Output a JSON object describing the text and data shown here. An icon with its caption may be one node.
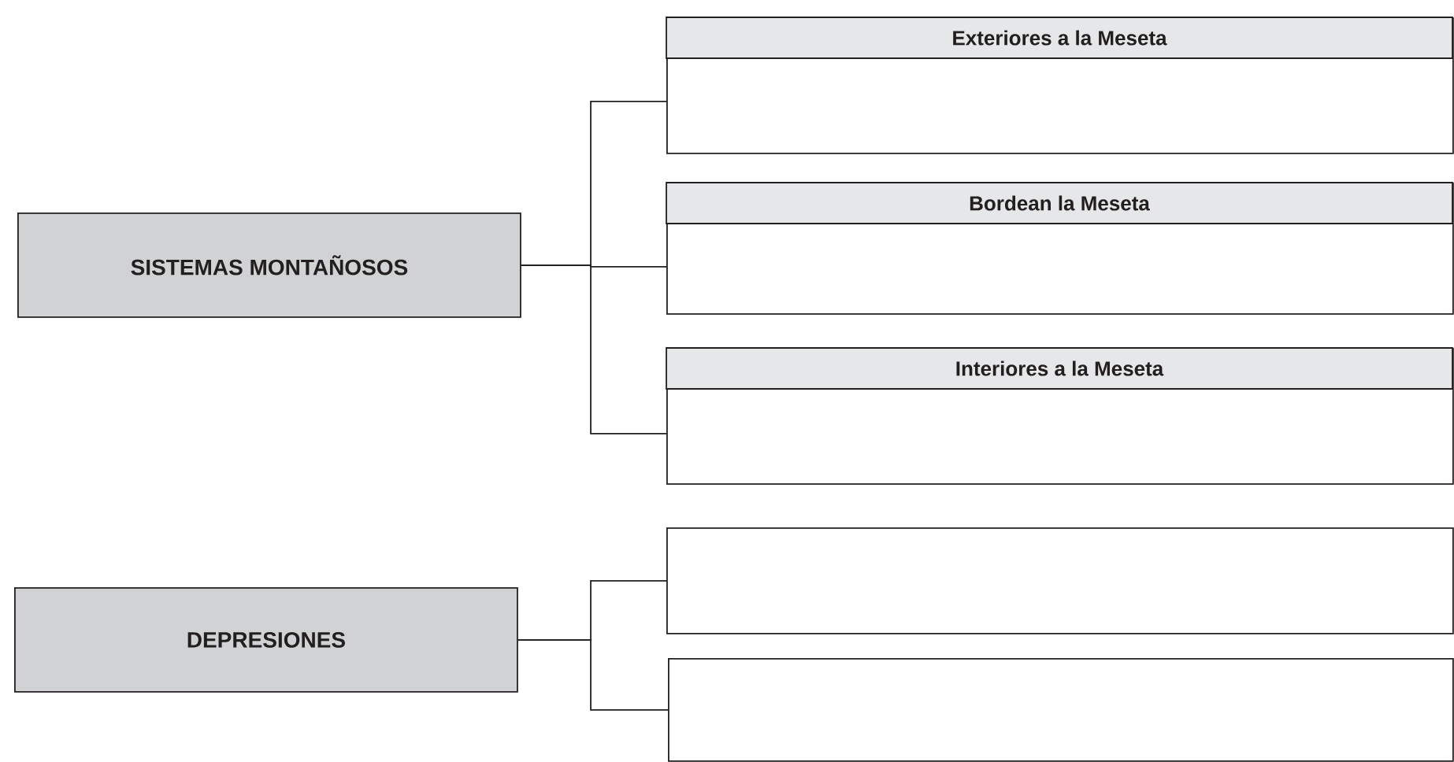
{
  "diagram": {
    "nodes": [
      {
        "text": [
          "SISTEMAS MONTAÑOSOS"
        ]
      },
      {
        "text": [
          "Exteriores a la Meseta"
        ]
      },
      {
        "text": [
          "Bordean la Meseta"
        ]
      },
      {
        "text": [
          "Interiores a la Meseta"
        ]
      },
      {
        "text": [
          "DEPRESIONES"
        ]
      },
      {
        "text": [],
        "shape": "box"
      },
      {
        "text": [],
        "shape": "box"
      }
    ],
    "edges": [
      {
        "from": 0,
        "to": 1,
        "arrow": "none"
      },
      {
        "from": 0,
        "to": 2,
        "arrow": "none"
      },
      {
        "from": 0,
        "to": 3,
        "arrow": "none"
      },
      {
        "from": 4,
        "to": 5,
        "arrow": "none"
      },
      {
        "from": 4,
        "to": 6,
        "arrow": "none"
      }
    ]
  }
}
